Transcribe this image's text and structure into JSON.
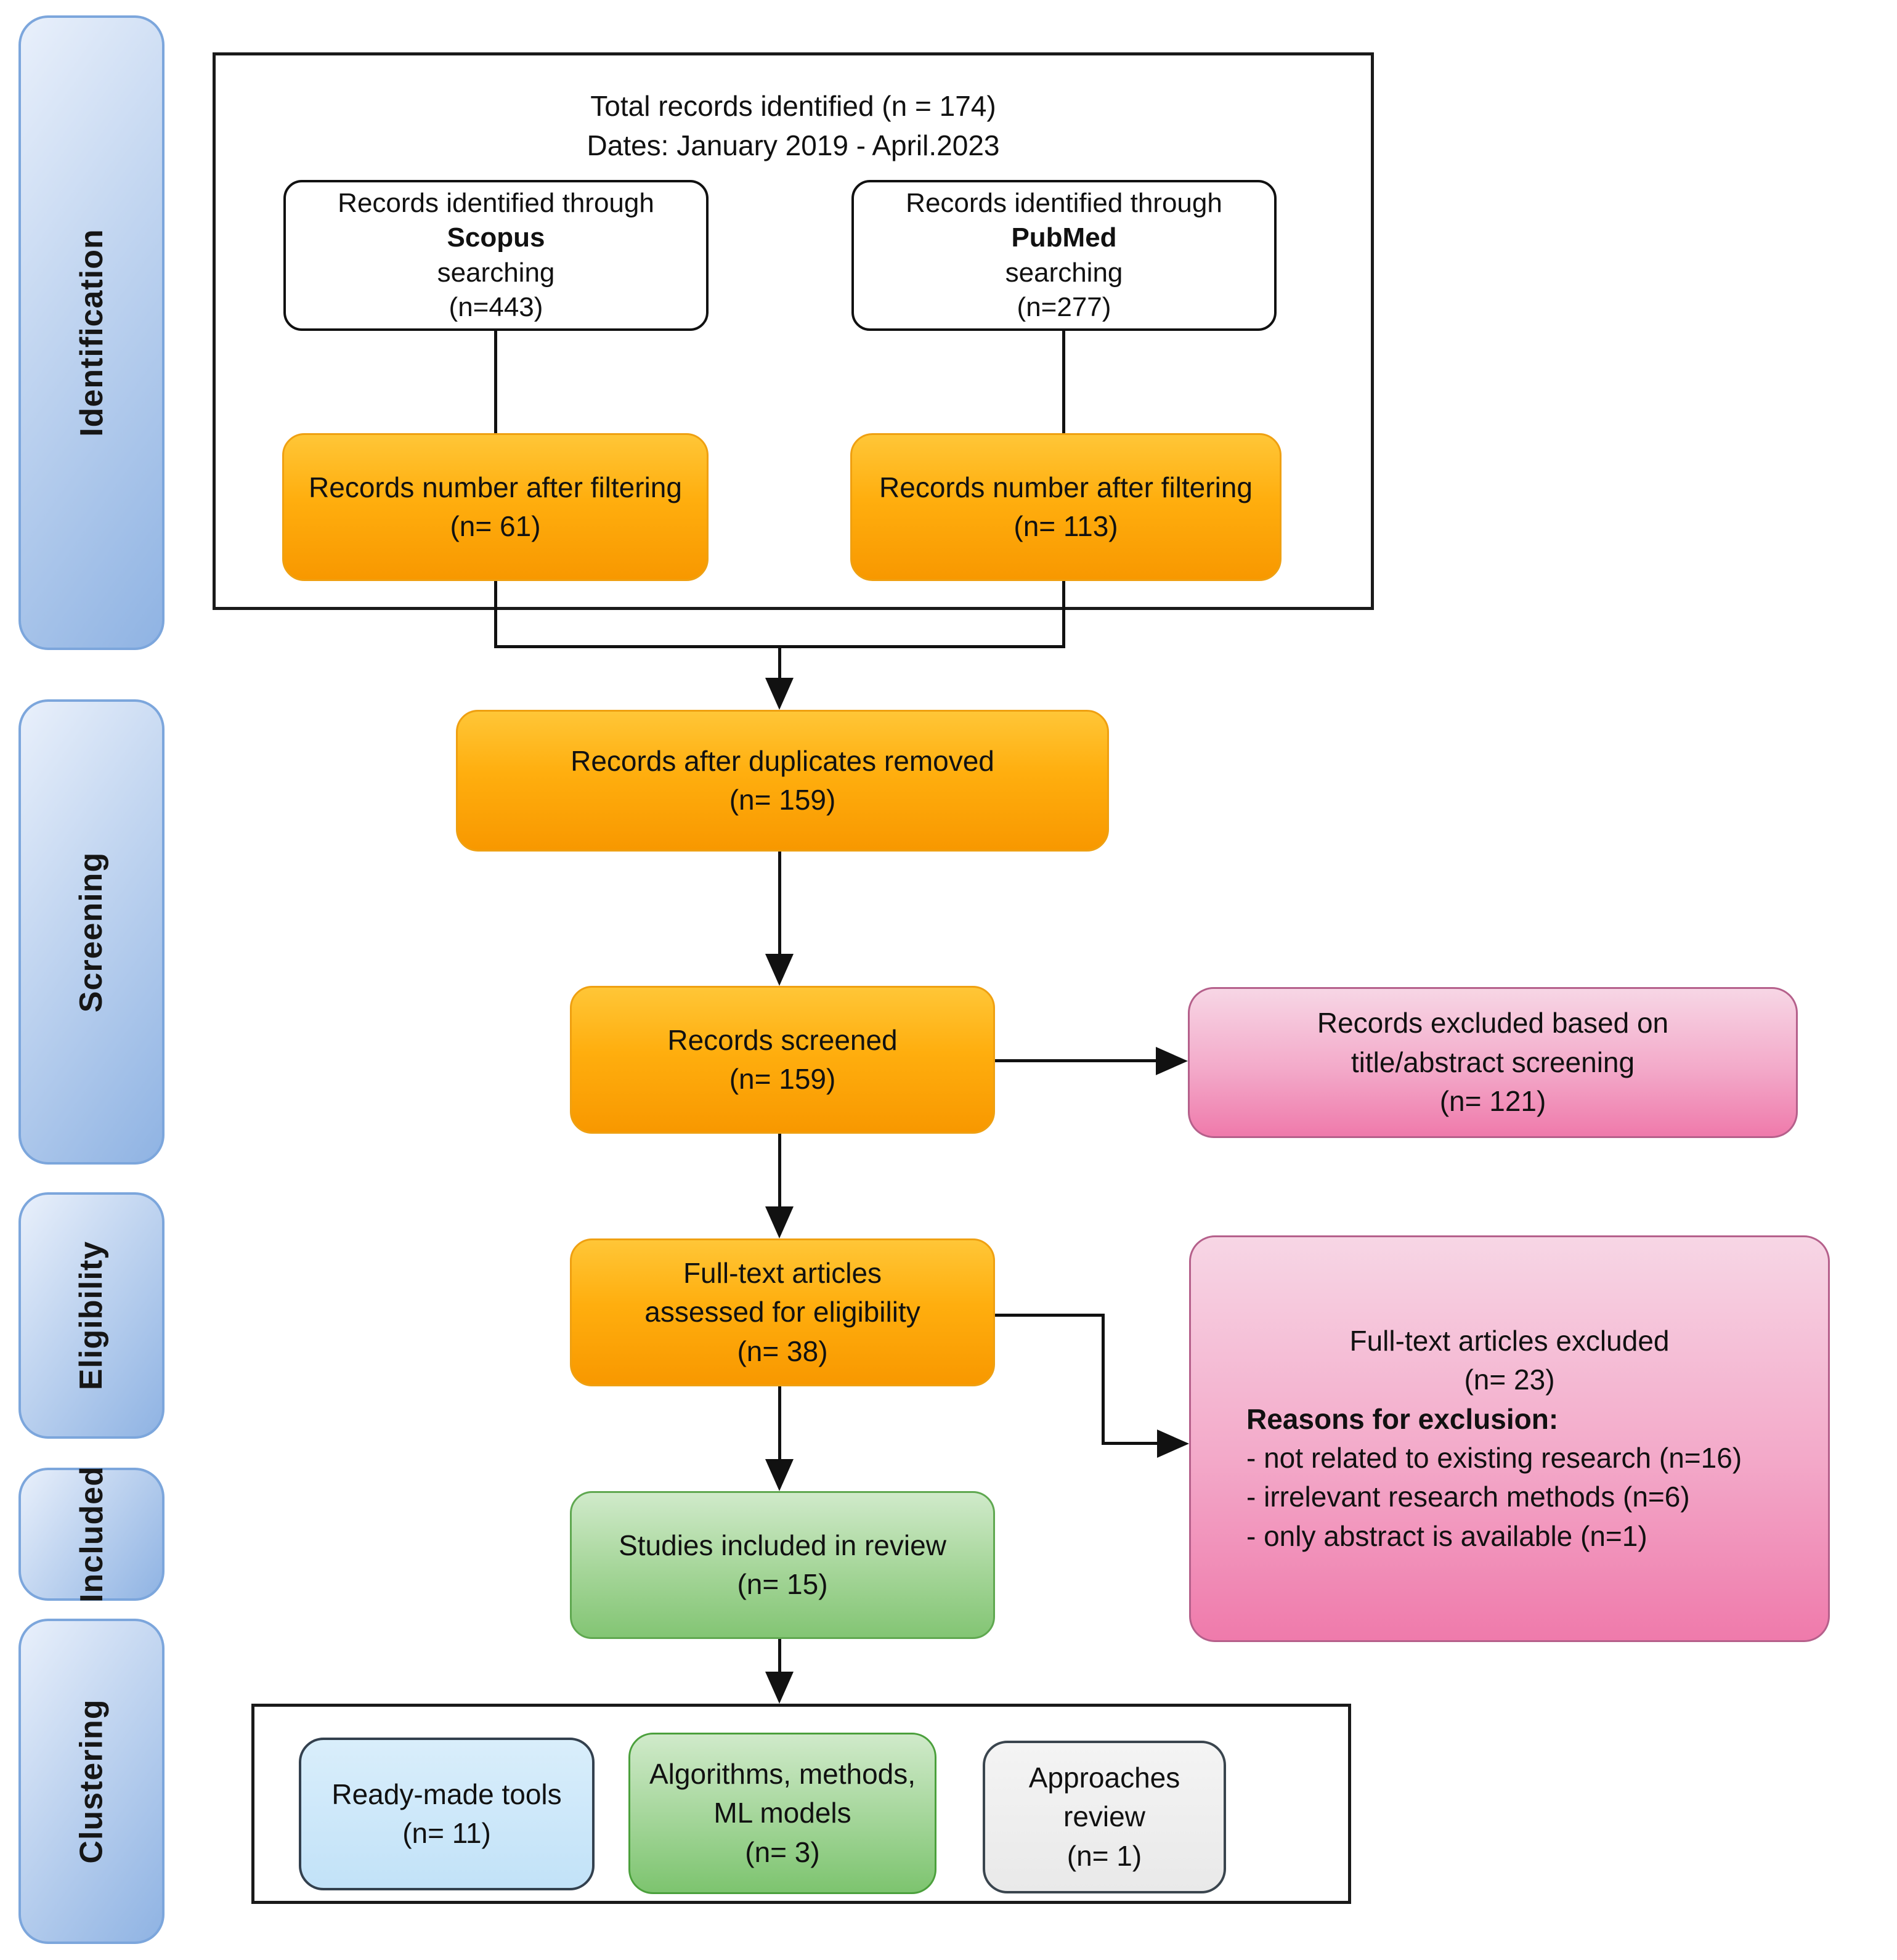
{
  "sidebar": {
    "items": [
      {
        "label": "Identification"
      },
      {
        "label": "Screening"
      },
      {
        "label": "Eligibility"
      },
      {
        "label": "Included"
      },
      {
        "label": "Clustering"
      }
    ]
  },
  "identification": {
    "total_line1": "Total records identified (n = 174)",
    "total_line2": "Dates: January 2019 - April.2023",
    "source_boxes": [
      {
        "line1": "Records identified through",
        "database": "Scopus",
        "line3": "searching",
        "count": "(n=443)"
      },
      {
        "line1": "Records identified through",
        "database": "PubMed",
        "line3": "searching",
        "count": "(n=277)"
      }
    ],
    "filter_boxes": [
      {
        "line1": "Records number after filtering",
        "count": "(n= 61)"
      },
      {
        "line1": "Records number after filtering",
        "count": "(n= 113)"
      }
    ]
  },
  "screening": {
    "duplicates_box": {
      "line1": "Records after duplicates removed",
      "count": "(n= 159)"
    },
    "screened_box": {
      "line1": "Records screened",
      "count": "(n= 159)"
    },
    "excluded_box": {
      "line1": "Records excluded based on",
      "line2": "title/abstract screening",
      "count": "(n= 121)"
    }
  },
  "eligibility": {
    "fulltext_box": {
      "line1": "Full-text articles",
      "line2": "assessed for eligibility",
      "count": "(n= 38)"
    },
    "excluded_box": {
      "line1": "Full-text articles excluded",
      "count": "(n= 23)",
      "reasons_heading": "Reasons for exclusion:",
      "reasons": [
        "- not related to existing research (n=16)",
        "- irrelevant research methods (n=6)",
        "- only abstract is available (n=1)"
      ]
    }
  },
  "included": {
    "studies_box": {
      "line1": "Studies included in review",
      "count": "(n= 15)"
    }
  },
  "clustering": {
    "cluster_boxes": [
      {
        "line1": "Ready-made tools",
        "count": "(n= 11)"
      },
      {
        "line1": "Algorithms, methods,",
        "line2": "ML models",
        "count": "(n= 3)"
      },
      {
        "line1": "Approaches review",
        "count": "(n= 1)"
      }
    ]
  },
  "colors": {
    "stage_blue": "#8FB3E3",
    "process_orange": "#FFAE0E",
    "exclusion_pink": "#EF7AAB",
    "included_green": "#83C574",
    "cluster_blue": "#C9E5F8",
    "cluster_green": "#8CCA7E",
    "cluster_gray": "#EDEDED",
    "line_black": "#111111"
  }
}
